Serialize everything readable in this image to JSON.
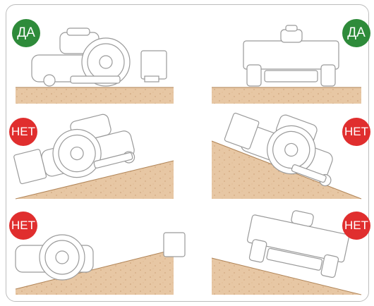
{
  "colors": {
    "yes": "#2e8b3a",
    "no": "#e02e2e",
    "soil": "#e7c7a4",
    "soil_speck": "#c99b71",
    "line": "#9a9a9a",
    "frame": "#bdbdbd"
  },
  "panels": [
    {
      "id": "flat-side",
      "verdict": "yes",
      "label": "ДА",
      "view": "side",
      "terrain": "flat",
      "badge_side": "left"
    },
    {
      "id": "flat-front",
      "verdict": "yes",
      "label": "ДА",
      "view": "front",
      "terrain": "flat",
      "badge_side": "right"
    },
    {
      "id": "uphill-side",
      "verdict": "no",
      "label": "НЕТ",
      "view": "side",
      "terrain": "slope-up",
      "badge_side": "left"
    },
    {
      "id": "downhill-side",
      "verdict": "no",
      "label": "НЕТ",
      "view": "side",
      "terrain": "slope-down",
      "badge_side": "right"
    },
    {
      "id": "uphill-side-2",
      "verdict": "no",
      "label": "НЕТ",
      "view": "side",
      "terrain": "slope-up-gentle",
      "badge_side": "left"
    },
    {
      "id": "tilted-front",
      "verdict": "no",
      "label": "НЕТ",
      "view": "front",
      "terrain": "cross-slope",
      "badge_side": "right"
    }
  ]
}
